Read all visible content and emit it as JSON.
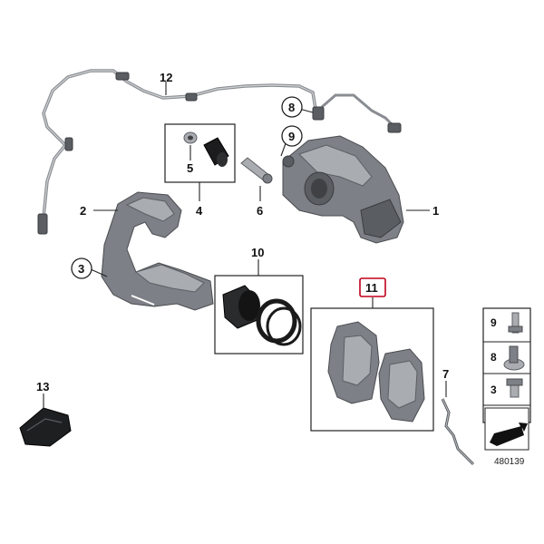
{
  "callouts": {
    "c1": "1",
    "c2": "2",
    "c3": "3",
    "c4": "4",
    "c5": "5",
    "c6": "6",
    "c7": "7",
    "c8": "8",
    "c9": "9",
    "c10": "10",
    "c11": "11",
    "c12": "12",
    "c13": "13"
  },
  "legend": {
    "row1": "9",
    "row2": "8",
    "row3": "3"
  },
  "doc_number": "480139",
  "colors": {
    "highlight_border": "#c0001a",
    "part_gray": "#6b6e73"
  }
}
